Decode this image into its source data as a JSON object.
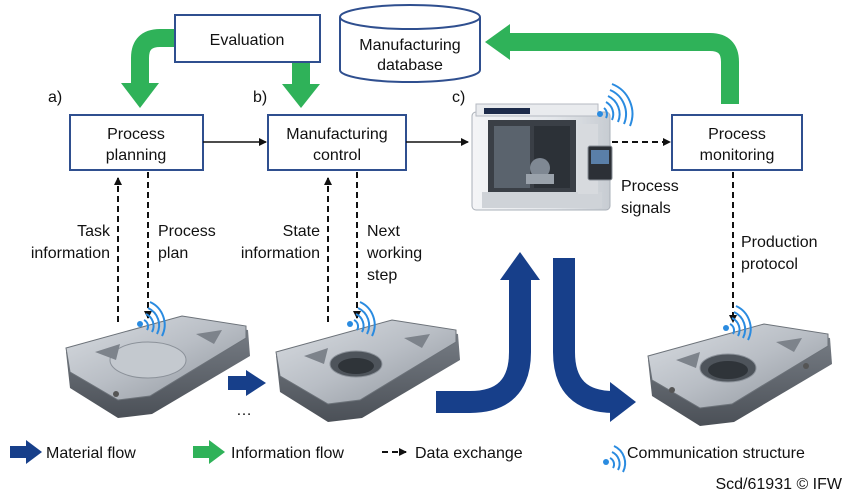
{
  "boxes": {
    "evaluation": "Evaluation",
    "database_line1": "Manufacturing",
    "database_line2": "database",
    "process_planning_line1": "Process",
    "process_planning_line2": "planning",
    "manufacturing_control_line1": "Manufacturing",
    "manufacturing_control_line2": "control",
    "process_monitoring_line1": "Process",
    "process_monitoring_line2": "monitoring"
  },
  "markers": {
    "a": "a)",
    "b": "b)",
    "c": "c)"
  },
  "labels": {
    "task_information_line1": "Task",
    "task_information_line2": "information",
    "process_plan_line1": "Process",
    "process_plan_line2": "plan",
    "state_information_line1": "State",
    "state_information_line2": "information",
    "next_working_step_line1": "Next",
    "next_working_step_line2": "working",
    "next_working_step_line3": "step",
    "process_signals_line1": "Process",
    "process_signals_line2": "signals",
    "production_protocol_line1": "Production",
    "production_protocol_line2": "protocol",
    "ellipsis": "…"
  },
  "legend": {
    "material_flow": "Material flow",
    "information_flow": "Information flow",
    "data_exchange": "Data exchange",
    "communication_structure": "Communication structure"
  },
  "credit": "Scd/61931 © IFW",
  "colors": {
    "information_flow": "#2fb259",
    "material_flow": "#173f8a",
    "box_border": "#2f4f8f",
    "communication": "#2a8be0"
  },
  "icons": {
    "workpiece": "machined-metal-part",
    "machine": "cnc-machining-center",
    "communication": "wireless-signal-icon"
  }
}
